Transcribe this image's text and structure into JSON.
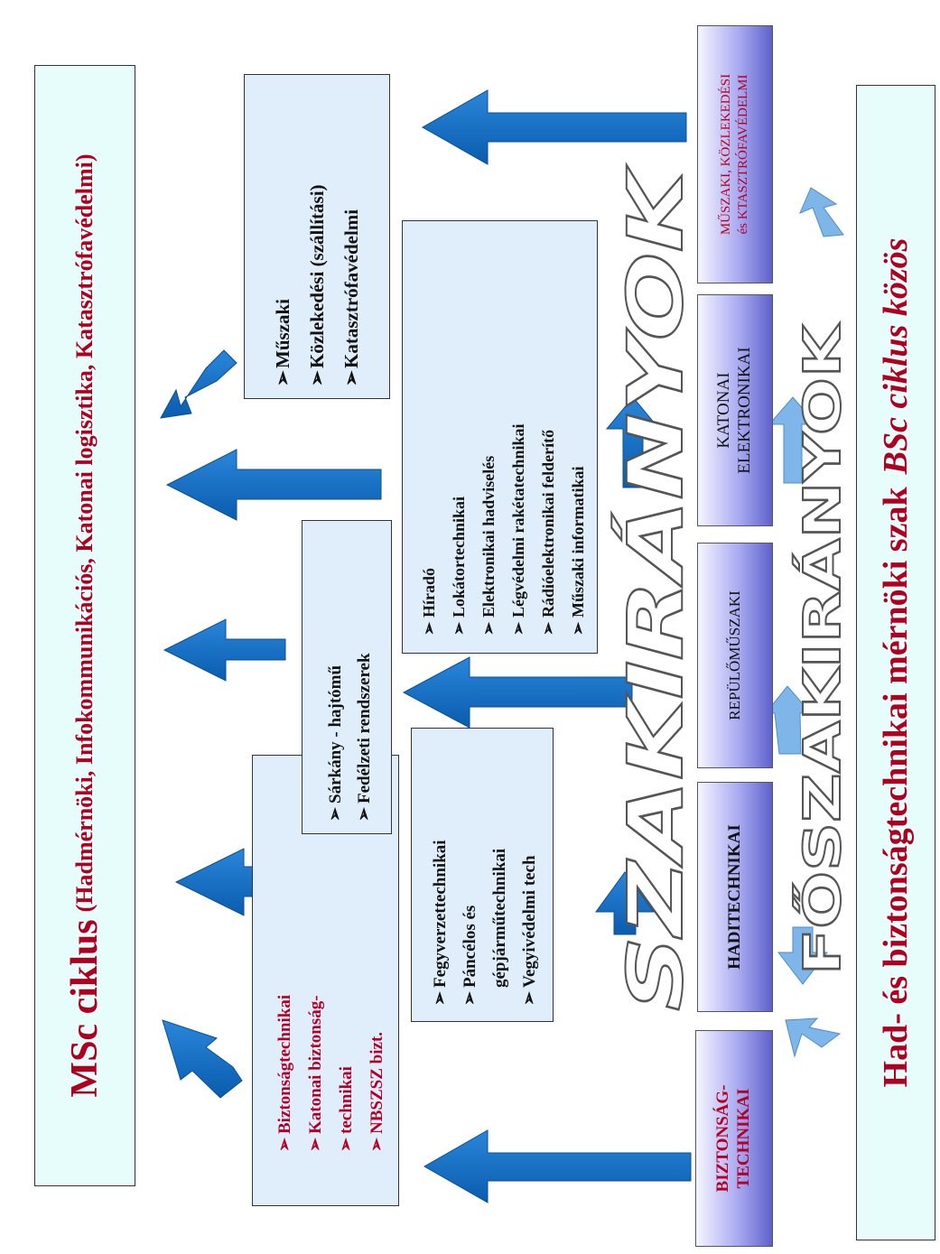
{
  "msc": {
    "title": "MSc ciklus",
    "subtitle": "(Hadmérnöki, Infokommunikációs, Katonai logisztika, Katasztrófavédelmi)"
  },
  "bsc": {
    "title": "Had- és biztonságtechnikai mérnöki szak",
    "subtitle": "BSc ciklus közös"
  },
  "szakiranyok_label": "SZAKIRÁNYOK",
  "foszakiranyok_label": "FŐSZAKIRÁNYOK",
  "main_directions": [
    {
      "label": "BIZTONSÁG-\nTECHNIKAI"
    },
    {
      "label": "HADITECHNIKAI"
    },
    {
      "label": "REPÜLŐMŰSZAKI"
    },
    {
      "label": "KATONAI\nELEKTRONIKAI"
    },
    {
      "label": "MŰSZAKI, KÖZLEKEDÉSI\nés KTASZTRÓFAVÉDELMI"
    }
  ],
  "groups": {
    "biztonsag": [
      "Biztonságtechnikai",
      "Katonai biztonság-",
      "technikai",
      "NBSZSZ bizt."
    ],
    "haditech": [
      "Fegyverzettechnikai",
      "Páncélos és",
      "gépjárműtechnikai",
      "Vegyivédelmi tech"
    ],
    "repulo": [
      "Sárkány - hajtómű",
      "Fedélzeti rendszerek"
    ],
    "elektronikai": [
      "Híradó",
      "Lokátortechnikai",
      "Elektronikai hadviselés",
      "Légvédelmi rakétatechnikai",
      "Rádióelektronikai felderítő",
      "Műszaki informatikai"
    ],
    "muszaki": [
      "Műszaki",
      "Közlekedési (szállítási)",
      "Katasztrófavédelmi"
    ]
  },
  "bullet_symbol": "➢",
  "colors": {
    "arrow_dark": "#1070c8",
    "arrow_light": "#7fb6ea",
    "accent_red": "#b00020",
    "box_cyan": "#e6fdfc",
    "box_pale": "#e0eefc"
  }
}
